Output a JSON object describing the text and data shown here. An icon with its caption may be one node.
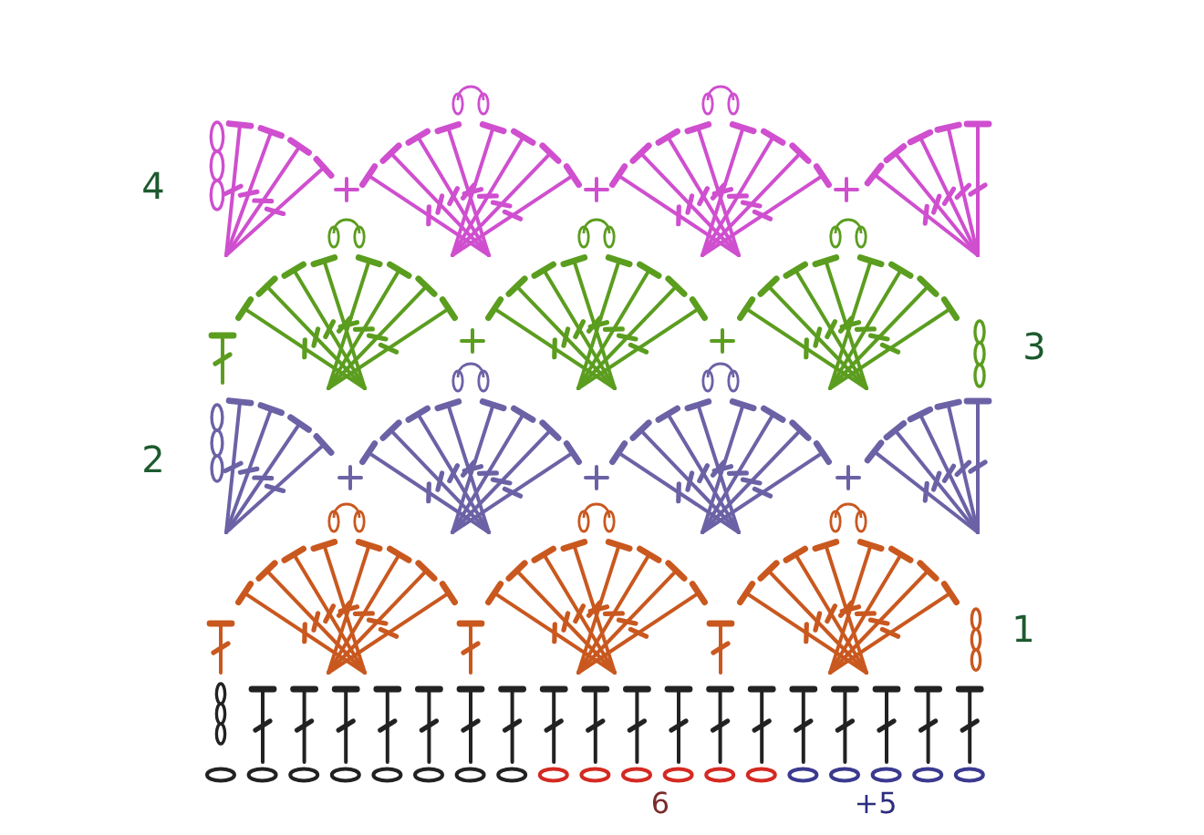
{
  "diagram": {
    "labels": [
      "4",
      "3",
      "2",
      "1",
      "6",
      "+5"
    ]
  }
}
